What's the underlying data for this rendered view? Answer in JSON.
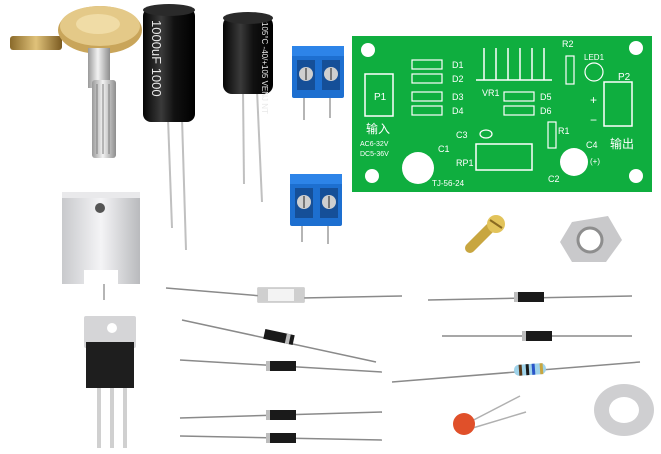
{
  "pcb": {
    "labels": {
      "d1": "D1",
      "d2": "D2",
      "d3": "D3",
      "d4": "D4",
      "d5": "D5",
      "d6": "D6",
      "r1": "R1",
      "r2": "R2",
      "led1": "LED1",
      "p1": "P1",
      "p2": "P2",
      "vr1": "VR1",
      "c1": "C1",
      "c2": "C2",
      "c3": "C3",
      "c4": "C4",
      "rp1": "RP1",
      "input": "输入",
      "output": "输出",
      "ac_range": "AC6-32V",
      "dc_range": "DC5-36V",
      "model": "TJ-56-24",
      "plus": "+",
      "minus": "−",
      "c4_plus": "(+)"
    }
  },
  "capacitor_large": {
    "marking": "1000uF 1000"
  },
  "capacitor_small": {
    "marking": "105°C  -40/+105  VENJ NT"
  },
  "colors": {
    "pcb_green": "#0fae3f",
    "silkscreen": "#ffffff",
    "terminal_blue": "#1d6fd0",
    "capacitor_body": "#151515",
    "heatsink": "#dcdde0",
    "resistor_body": "#9fd3ea",
    "ceramic_cap": "#e0502a"
  }
}
